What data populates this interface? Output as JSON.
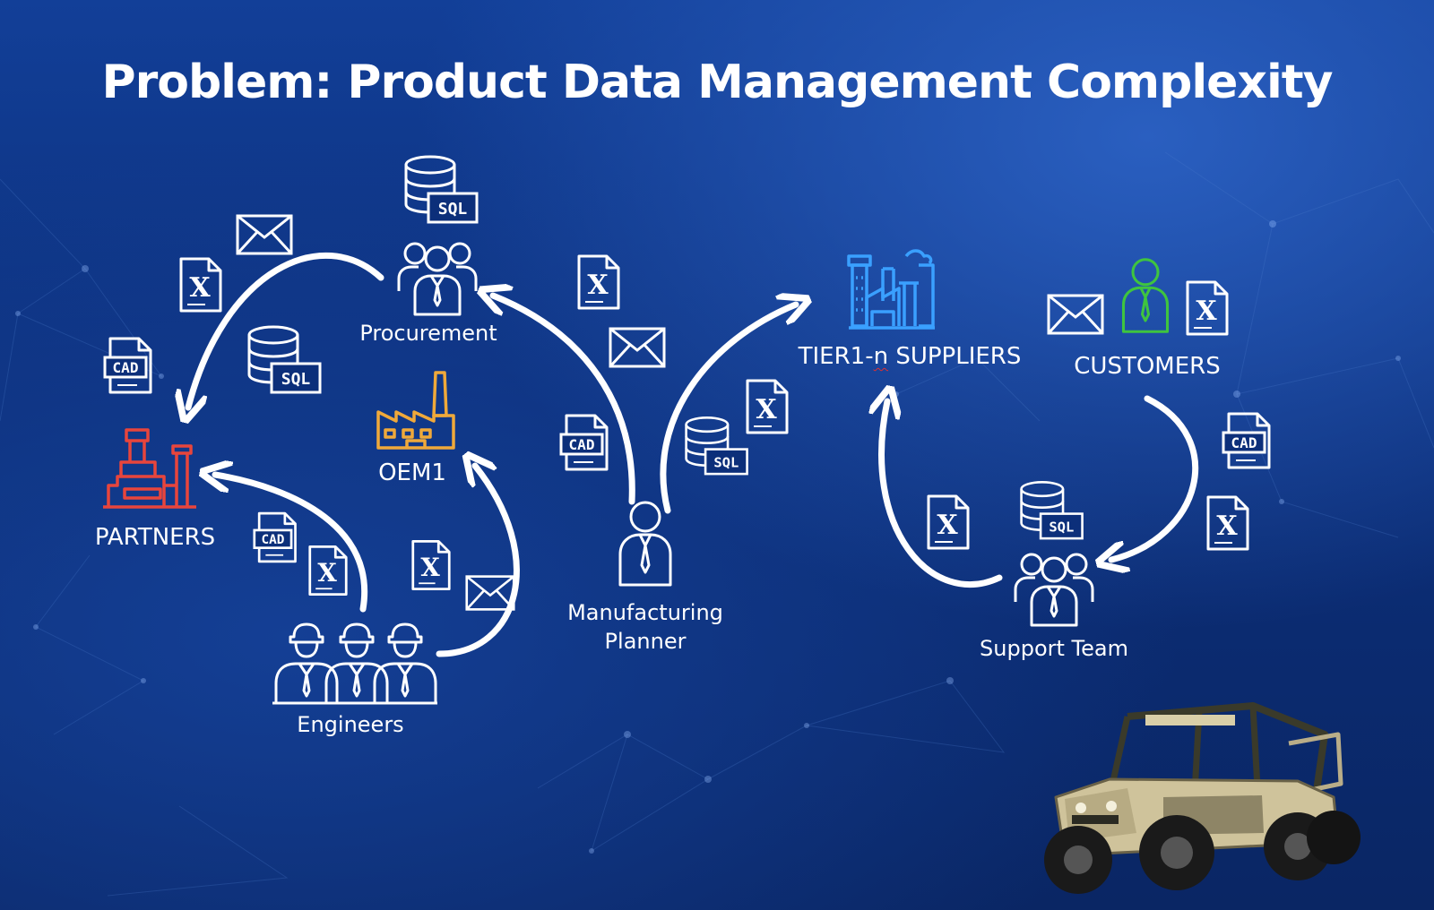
{
  "title": "Problem: Product Data Management Complexity",
  "nodes": {
    "procurement": "Procurement",
    "oem": "OEM1",
    "partners": "PARTNERS",
    "engineers": "Engineers",
    "planner_line1": "Manufacturing",
    "planner_line2": "Planner",
    "suppliers_pre": "TIER1-",
    "suppliers_n": "n",
    "suppliers_post": " SUPPLIERS",
    "customers": "CUSTOMERS",
    "support": "Support Team"
  },
  "icon_text": {
    "sql": "SQL",
    "cad": "CAD",
    "excel": "X"
  },
  "colors": {
    "partners": "#e8453c",
    "oem": "#f0a93a",
    "suppliers": "#3aa0ff",
    "customer": "#3fc43f",
    "white": "#ffffff"
  },
  "icons": [
    "database-sql-icon",
    "excel-file-icon",
    "cad-file-icon",
    "envelope-icon",
    "team-icon",
    "factory-icon",
    "engineer-icon",
    "person-icon",
    "vehicle-photo"
  ]
}
